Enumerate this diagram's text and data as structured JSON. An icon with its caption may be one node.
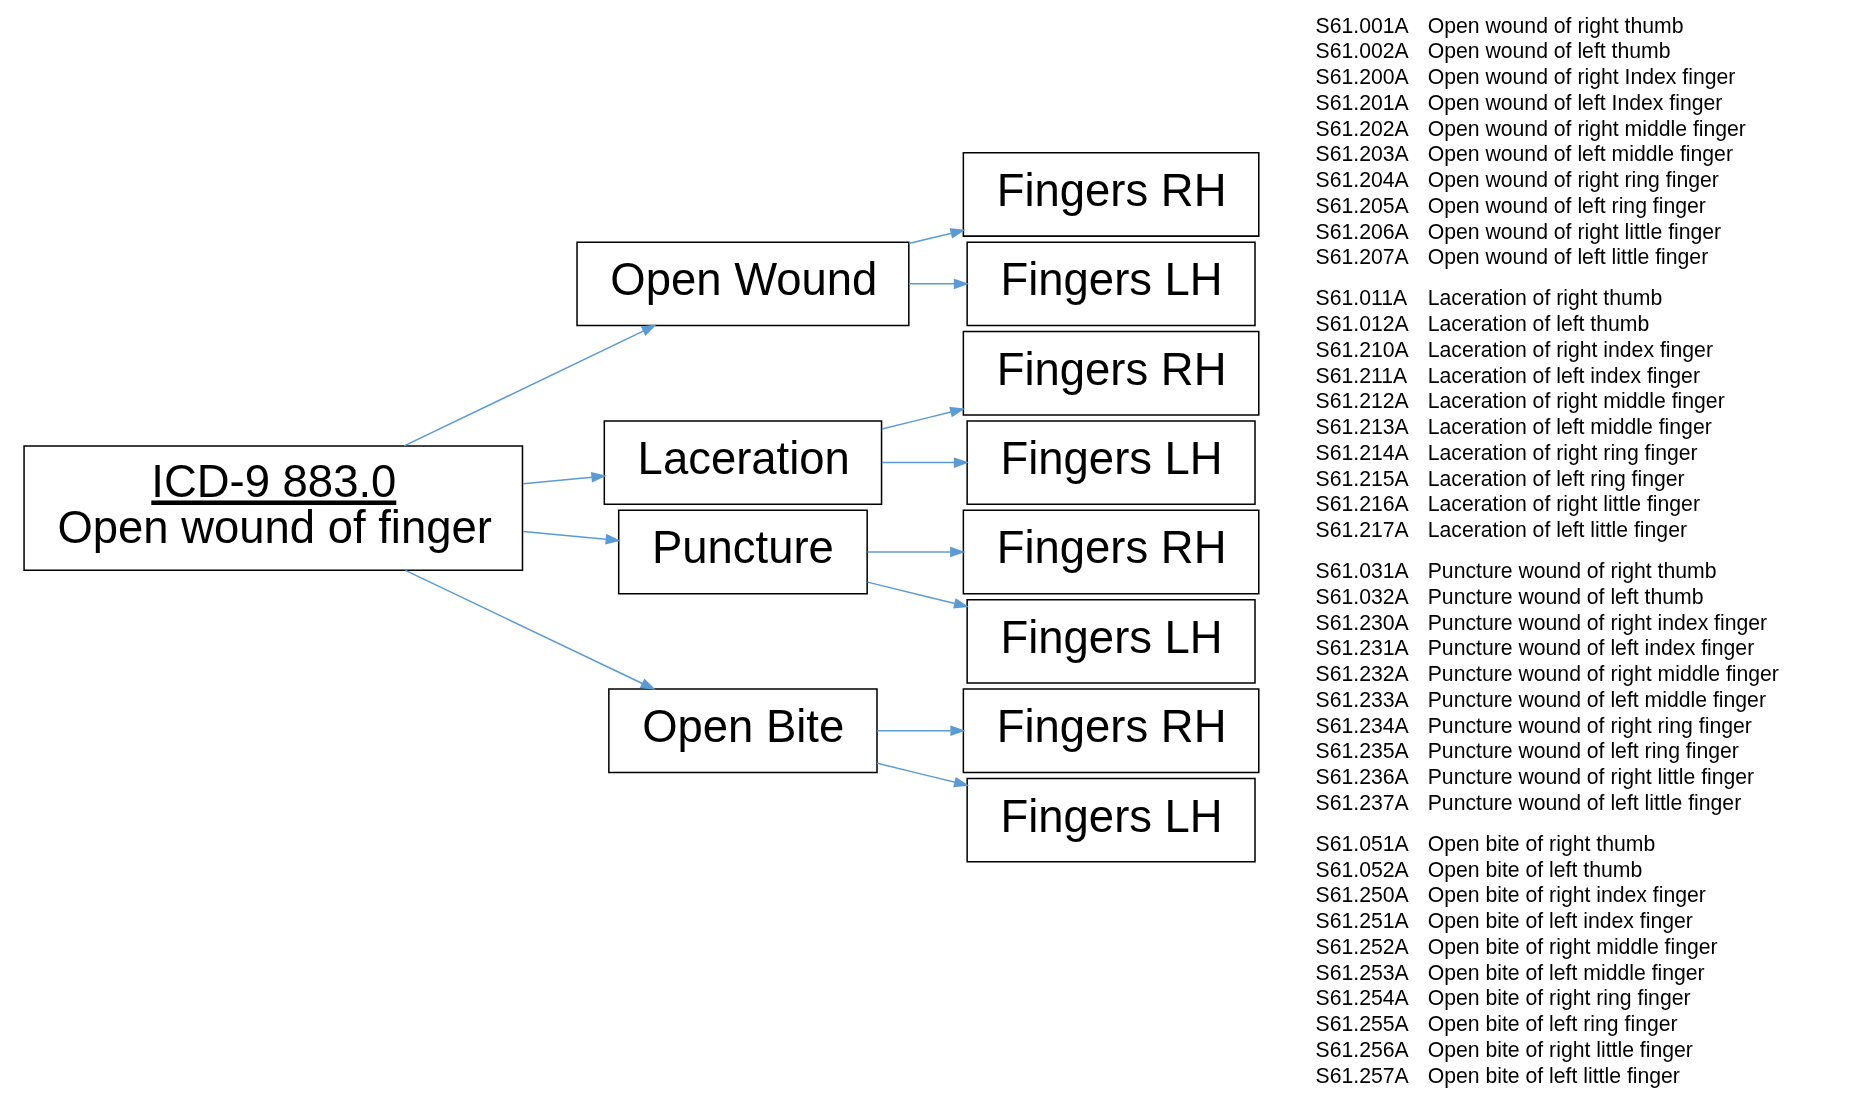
{
  "diagram": {
    "nodes": [
      {
        "text": [
          "ICD-9 883.0",
          "Open wound of finger"
        ]
      },
      {
        "text": [
          "Open Wound"
        ]
      },
      {
        "text": [
          "Laceration"
        ]
      },
      {
        "text": [
          "Puncture"
        ]
      },
      {
        "text": [
          "Open Bite"
        ]
      },
      {
        "text": [
          "Fingers RH"
        ]
      },
      {
        "text": [
          "Fingers LH"
        ]
      },
      {
        "text": [
          "Fingers RH"
        ]
      },
      {
        "text": [
          "Fingers LH"
        ]
      },
      {
        "text": [
          "Fingers RH"
        ]
      },
      {
        "text": [
          "Fingers LH"
        ]
      },
      {
        "text": [
          "Fingers RH"
        ]
      },
      {
        "text": [
          "Fingers LH"
        ]
      }
    ],
    "edges": [
      {
        "from": 0,
        "to": 1,
        "arrow": "to"
      },
      {
        "from": 0,
        "to": 2,
        "arrow": "to"
      },
      {
        "from": 0,
        "to": 3,
        "arrow": "to"
      },
      {
        "from": 0,
        "to": 4,
        "arrow": "to"
      },
      {
        "from": 1,
        "to": 5,
        "arrow": "to"
      },
      {
        "from": 1,
        "to": 6,
        "arrow": "to"
      },
      {
        "from": 2,
        "to": 7,
        "arrow": "to"
      },
      {
        "from": 2,
        "to": 8,
        "arrow": "to"
      },
      {
        "from": 3,
        "to": 9,
        "arrow": "to"
      },
      {
        "from": 3,
        "to": 10,
        "arrow": "to"
      },
      {
        "from": 4,
        "to": 11,
        "arrow": "to"
      },
      {
        "from": 4,
        "to": 12,
        "arrow": "to"
      }
    ],
    "labels": [
      "S61.001A",
      "Open wound of right thumb",
      "S61.002A",
      "Open wound of left thumb",
      "S61.200A",
      "Open wound of right Index finger",
      "S61.201A",
      "Open wound of left Index finger",
      "S61.202A",
      "Open wound of right middle finger",
      "S61.203A",
      "Open wound of left middle finger",
      "S61.204A",
      "Open wound of right ring finger",
      "S61.205A",
      "Open wound of left ring finger",
      "S61.206A",
      "Open wound of right little finger",
      "S61.207A",
      "Open wound of left little finger",
      "S61.011A",
      "Laceration of right thumb",
      "S61.012A",
      "Laceration of left thumb",
      "S61.210A",
      "Laceration of right index finger",
      "S61.211A",
      "Laceration of left index finger",
      "S61.212A",
      "Laceration of right middle finger",
      "S61.213A",
      "Laceration of left middle finger",
      "S61.214A",
      "Laceration of right ring finger",
      "S61.215A",
      "Laceration of left ring finger",
      "S61.216A",
      "Laceration of right little finger",
      "S61.217A",
      "Laceration of left little finger",
      "S61.031A",
      "Puncture wound of right thumb",
      "S61.032A",
      "Puncture wound of left thumb",
      "S61.230A",
      "Puncture wound of right index finger",
      "S61.231A",
      "Puncture wound of left index finger",
      "S61.232A",
      "Puncture wound of right middle finger",
      "S61.233A",
      "Puncture wound of left middle finger",
      "S61.234A",
      "Puncture wound of right ring finger",
      "S61.235A",
      "Puncture wound of left ring finger",
      "S61.236A",
      "Puncture wound of right little finger",
      "S61.237A",
      "Puncture wound of left little finger",
      "S61.051A",
      "Open bite of right thumb",
      "S61.052A",
      "Open bite of left thumb",
      "S61.250A",
      "Open bite of right index finger",
      "S61.251A",
      "Open bite of left index finger",
      "S61.252A",
      "Open bite of right middle finger",
      "S61.253A",
      "Open bite of left middle finger",
      "S61.254A",
      "Open bite of right ring finger",
      "S61.255A",
      "Open bite of left ring finger",
      "S61.256A",
      "Open bite of right little finger",
      "S61.257A",
      "Open bite of left little finger"
    ]
  }
}
